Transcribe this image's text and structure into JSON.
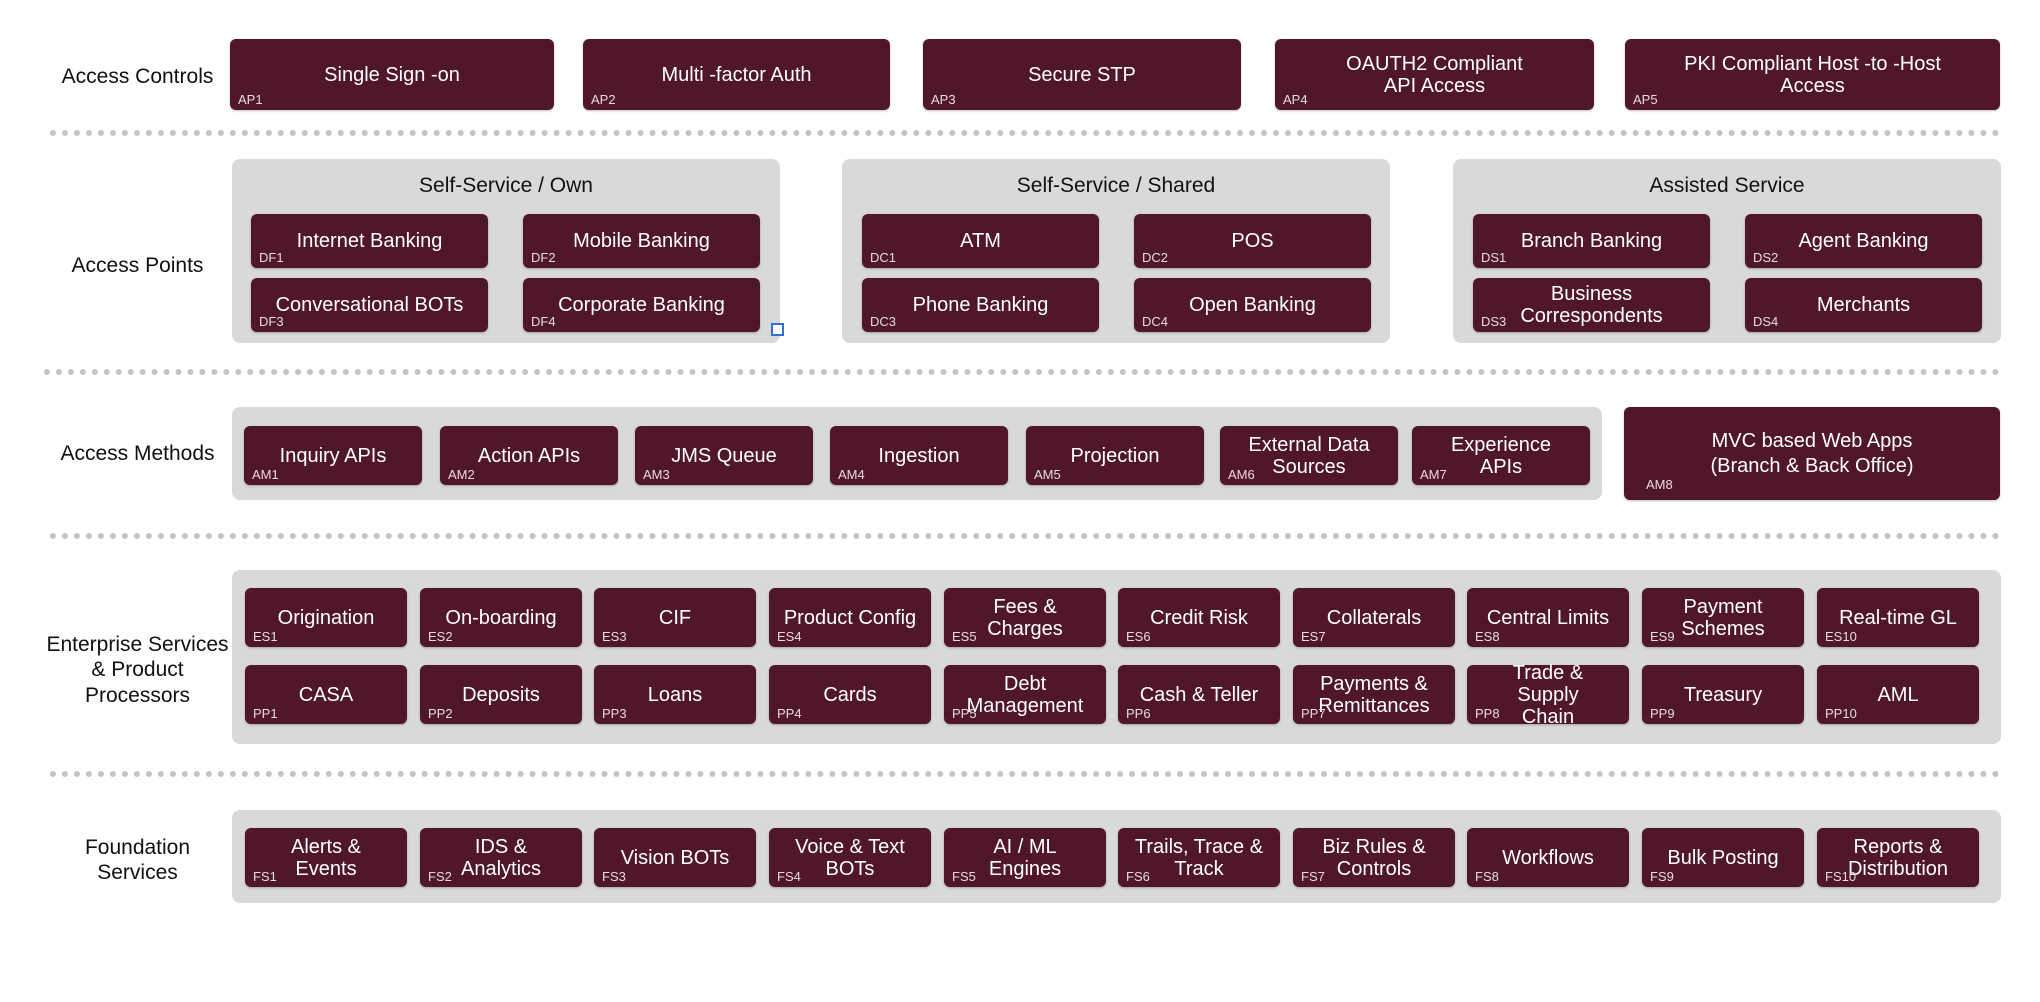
{
  "colors": {
    "tile": "#50162b",
    "panel": "#d9d9d9",
    "divider": "#c4c4c4"
  },
  "rows": {
    "access_controls": {
      "label": "Access Controls",
      "items": [
        {
          "code": "AP1",
          "name": "Single Sign    -on"
        },
        {
          "code": "AP2",
          "name": "Multi   -factor Auth"
        },
        {
          "code": "AP3",
          "name": "Secure STP"
        },
        {
          "code": "AP4",
          "name": "OAUTH2 Compliant\nAPI Access"
        },
        {
          "code": "AP5",
          "name": "PKI Compliant Host -to -Host\nAccess"
        }
      ]
    },
    "access_points": {
      "label": "Access Points",
      "groups": [
        {
          "title": "Self-Service / Own",
          "items": [
            {
              "code": "DF1",
              "name": "Internet Banking"
            },
            {
              "code": "DF2",
              "name": "Mobile Banking"
            },
            {
              "code": "DF3",
              "name": "Conversational  BOTs"
            },
            {
              "code": "DF4",
              "name": "Corporate Banking"
            }
          ]
        },
        {
          "title": "Self-Service / Shared",
          "items": [
            {
              "code": "DC1",
              "name": "ATM"
            },
            {
              "code": "DC2",
              "name": "POS"
            },
            {
              "code": "DC3",
              "name": "Phone Banking"
            },
            {
              "code": "DC4",
              "name": "Open Banking"
            }
          ]
        },
        {
          "title": "Assisted Service",
          "items": [
            {
              "code": "DS1",
              "name": "Branch Banking"
            },
            {
              "code": "DS2",
              "name": "Agent Banking"
            },
            {
              "code": "DS3",
              "name": "Business\nCorrespondents"
            },
            {
              "code": "DS4",
              "name": "Merchants"
            }
          ]
        }
      ]
    },
    "access_methods": {
      "label": "Access Methods",
      "items": [
        {
          "code": "AM1",
          "name": "Inquiry APIs"
        },
        {
          "code": "AM2",
          "name": "Action APIs"
        },
        {
          "code": "AM3",
          "name": "JMS Queue"
        },
        {
          "code": "AM4",
          "name": "Ingestion"
        },
        {
          "code": "AM5",
          "name": "Projection"
        },
        {
          "code": "AM6",
          "name": "External Data\nSources"
        },
        {
          "code": "AM7",
          "name": "Experience\nAPIs"
        }
      ],
      "extra": {
        "code": "AM8",
        "name": "MVC based  Web  Apps\n(Branch &  Back Office)"
      }
    },
    "enterprise": {
      "label": "Enterprise Services\n& Product\nProcessors",
      "services": [
        {
          "code": "ES1",
          "name": "Origination"
        },
        {
          "code": "ES2",
          "name": "On-boarding"
        },
        {
          "code": "ES3",
          "name": "CIF"
        },
        {
          "code": "ES4",
          "name": "Product Config"
        },
        {
          "code": "ES5",
          "name": "Fees & Charges"
        },
        {
          "code": "ES6",
          "name": "Credit Risk"
        },
        {
          "code": "ES7",
          "name": "Collaterals"
        },
        {
          "code": "ES8",
          "name": "Central Limits"
        },
        {
          "code": "ES9",
          "name": "Payment\nSchemes"
        },
        {
          "code": "ES10",
          "name": "Real-time GL"
        }
      ],
      "processors": [
        {
          "code": "PP1",
          "name": "CASA"
        },
        {
          "code": "PP2",
          "name": "Deposits"
        },
        {
          "code": "PP3",
          "name": "Loans"
        },
        {
          "code": "PP4",
          "name": "Cards"
        },
        {
          "code": "PP5",
          "name": "Debt\nManagement"
        },
        {
          "code": "PP6",
          "name": "Cash & Teller"
        },
        {
          "code": "PP7",
          "name": "Payments &\nRemittances"
        },
        {
          "code": "PP8",
          "name": "Trade & Supply\nChain"
        },
        {
          "code": "PP9",
          "name": "Treasury"
        },
        {
          "code": "PP10",
          "name": "AML"
        }
      ]
    },
    "foundation": {
      "label": "Foundation\nServices",
      "items": [
        {
          "code": "FS1",
          "name": "Alerts & Events"
        },
        {
          "code": "FS2",
          "name": "IDS & Analytics"
        },
        {
          "code": "FS3",
          "name": "Vision BOTs"
        },
        {
          "code": "FS4",
          "name": "Voice & Text\nBOTs"
        },
        {
          "code": "FS5",
          "name": "AI / ML\nEngines"
        },
        {
          "code": "FS6",
          "name": "Trails, Trace &\nTrack"
        },
        {
          "code": "FS7",
          "name": "Biz Rules &\nControls"
        },
        {
          "code": "FS8",
          "name": "Workflows"
        },
        {
          "code": "FS9",
          "name": "Bulk Posting"
        },
        {
          "code": "FS10",
          "name": "Reports &\nDistribution"
        }
      ]
    }
  }
}
